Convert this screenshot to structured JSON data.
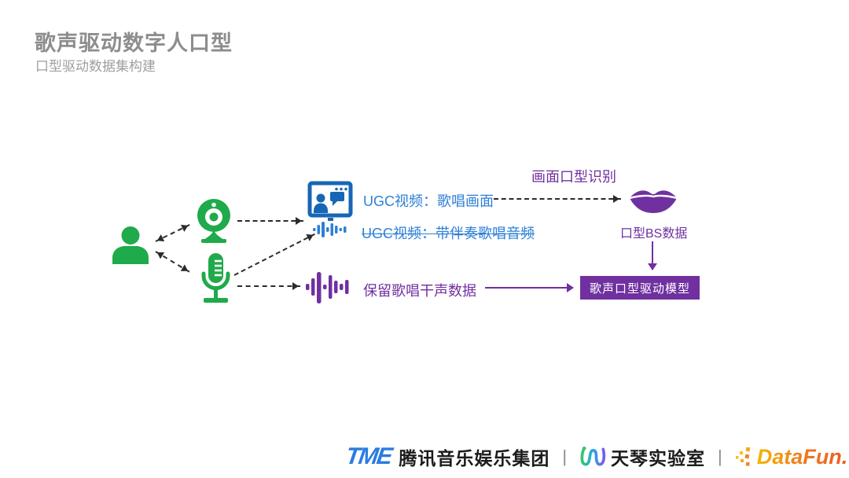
{
  "slide": {
    "title": "歌声驱动数字人口型",
    "subtitle": "口型驱动数据集构建"
  },
  "diagram": {
    "labels": {
      "ugc_video": "UGC视频：歌唱画面",
      "ugc_audio_struck": "UGC视频：带伴奏歌唱音频",
      "dry_voice": "保留歌唱干声数据",
      "recognition": "画面口型识别",
      "bs_data": "口型BS数据",
      "model_box": "歌声口型驱动模型"
    },
    "icons": [
      {
        "name": "person-icon",
        "color": "#1faa4b"
      },
      {
        "name": "webcam-icon",
        "color": "#1faa4b"
      },
      {
        "name": "microphone-icon",
        "color": "#1faa4b"
      },
      {
        "name": "video-window-icon",
        "color": "#1766b5"
      },
      {
        "name": "audio-waveform-blue-icon",
        "color": "#2e7fd6"
      },
      {
        "name": "audio-waveform-purple-icon",
        "color": "#7030a0"
      },
      {
        "name": "lips-icon",
        "color": "#7030a0"
      }
    ],
    "colors": {
      "green": "#1faa4b",
      "icon_blue": "#1766b5",
      "text_blue": "#2e7fd6",
      "purple": "#7030a0",
      "arrow_dark": "#2b2b2b"
    }
  },
  "footer": {
    "tme_mark": "TME",
    "tme_name": "腾讯音乐娱乐集团",
    "separator": "|",
    "tianqin_name": "天琴实验室",
    "datafun_name": "DataFun."
  }
}
